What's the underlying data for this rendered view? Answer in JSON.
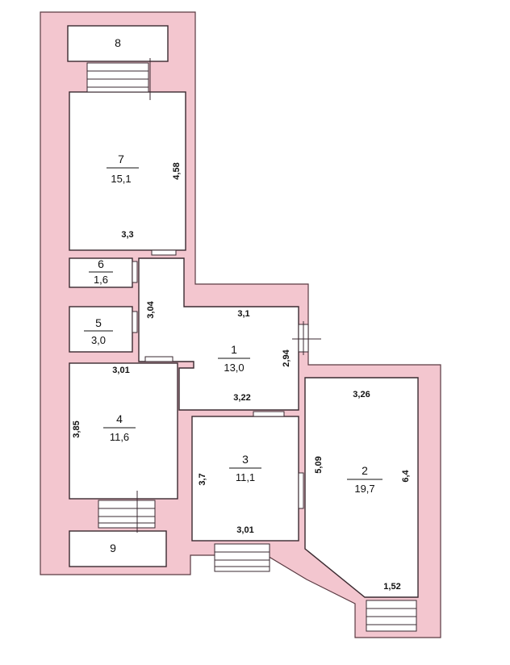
{
  "rooms": [
    {
      "id": "1",
      "area": "13,0"
    },
    {
      "id": "2",
      "area": "19,7"
    },
    {
      "id": "3",
      "area": "11,1"
    },
    {
      "id": "4",
      "area": "11,6"
    },
    {
      "id": "5",
      "area": "3,0"
    },
    {
      "id": "6",
      "area": "1,6"
    },
    {
      "id": "7",
      "area": "15,1"
    }
  ],
  "balconies": [
    {
      "id": "8"
    },
    {
      "id": "9"
    }
  ],
  "dimensions": {
    "r7_width": "3,3",
    "r7_length": "4,58",
    "hall_top": "3,1",
    "hall_side": "3,04",
    "r1_side": "2,94",
    "r1_bottom": "3,22",
    "r4_top": "3,01",
    "r4_side": "3,85",
    "r3_side": "3,7",
    "r3_bottom": "3,01",
    "r2_top": "3,26",
    "r2_side_left": "5,09",
    "r2_side_right": "6,4",
    "r2_bottom": "1,52"
  },
  "colors": {
    "wall": "#f3c6cf",
    "room": "#ffffff"
  }
}
